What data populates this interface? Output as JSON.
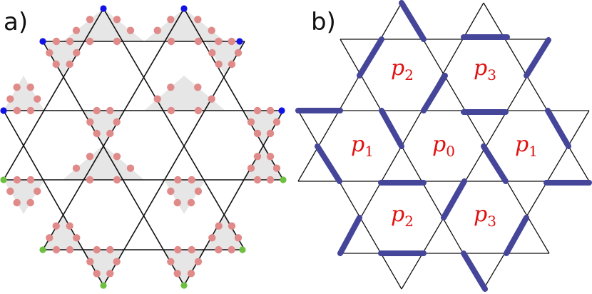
{
  "panel_a": {
    "label": "a)",
    "colors": {
      "triangle_fill": "#e6e6e6",
      "line": "#111111",
      "site": "#e08a8a",
      "corner_top": "#1212e6",
      "corner_bottom": "#6cbf3f"
    }
  },
  "panel_b": {
    "label": "b)",
    "colors": {
      "line": "#111111",
      "dimer": "#45459a",
      "plaquette_text": "#e01010"
    },
    "plaquettes": [
      {
        "name": "plaquette-p2-top",
        "base": "p",
        "sub": "2"
      },
      {
        "name": "plaquette-p3-top",
        "base": "p",
        "sub": "3"
      },
      {
        "name": "plaquette-p1-left",
        "base": "p",
        "sub": "1"
      },
      {
        "name": "plaquette-p0-center",
        "base": "p",
        "sub": "0"
      },
      {
        "name": "plaquette-p1-right",
        "base": "p",
        "sub": "1"
      },
      {
        "name": "plaquette-p2-bottom",
        "base": "p",
        "sub": "2"
      },
      {
        "name": "plaquette-p3-bottom",
        "base": "p",
        "sub": "3"
      }
    ]
  }
}
